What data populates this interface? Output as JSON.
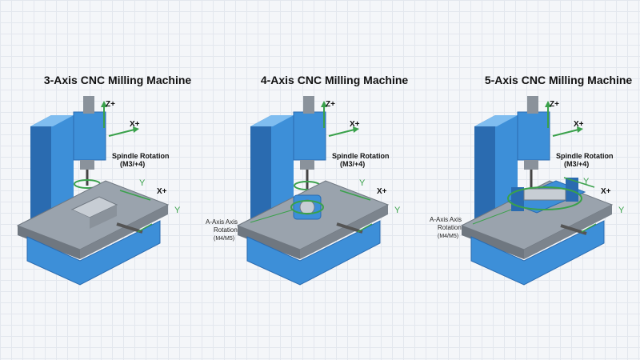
{
  "colors": {
    "machine_blue": "#3d8fd8",
    "machine_blue_dark": "#2a6bb0",
    "machine_blue_light": "#7fbdf0",
    "table_gray": "#9aa3ad",
    "table_gray_dark": "#6f7780",
    "motion_green": "#3aa14b"
  },
  "panels": [
    {
      "title": "3-Axis CNC Milling Machine",
      "z_label": "Z+",
      "x_label_head": "X+",
      "x_label_table": "X+",
      "y_label_head": "Y",
      "y_label_table": "Y",
      "spindle_label": "Spindle Rotation",
      "spindle_code": "(M3/+4)"
    },
    {
      "title": "4-Axis CNC Milling Machine",
      "z_label": "Z+",
      "x_label_head": "X+",
      "x_label_table": "X+",
      "y_label_head": "Y",
      "y_label_table": "Y",
      "spindle_label": "Spindle Rotation",
      "spindle_code": "(M3/+4)",
      "a_axis_label_1": "A-Axis Axis",
      "a_axis_label_2": "Rotation",
      "a_axis_code": "(M4/M5)"
    },
    {
      "title": "5-Axis CNC Milling Machine",
      "z_label": "Z+",
      "x_label_head": "X+",
      "x_label_table": "X+",
      "y_label_head": "Y",
      "y_label_table": "Y",
      "spindle_label": "Spindle Rotation",
      "spindle_code": "(M3/+4)",
      "a_axis_label_1": "A-Axis Axis",
      "a_axis_label_2": "Rotation",
      "a_axis_code": "(M4/M5)"
    }
  ]
}
